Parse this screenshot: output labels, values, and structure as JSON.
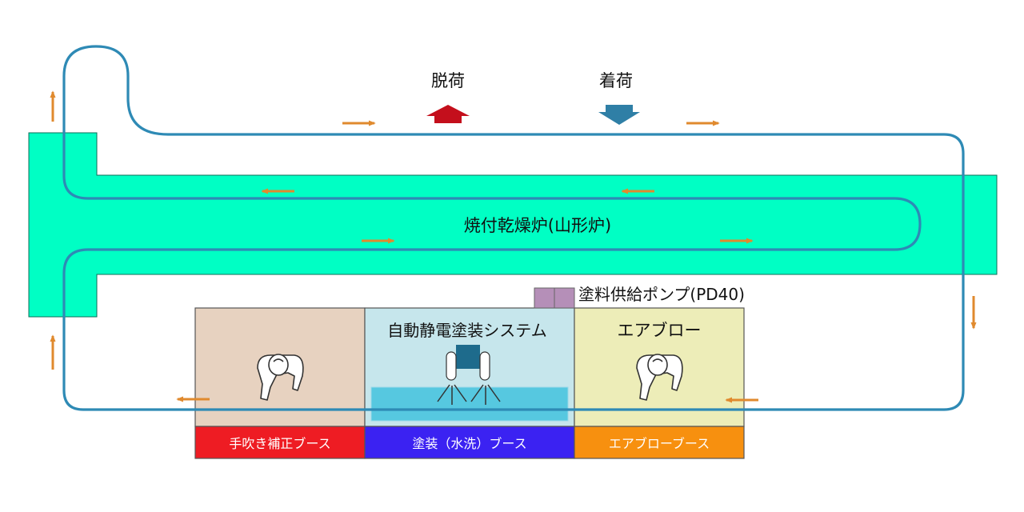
{
  "labels": {
    "unload": "脱荷",
    "load": "着荷",
    "oven": "焼付乾燥炉(山形炉)",
    "pump": "塗料供給ポンプ(PD40)",
    "robot_system": "自動静電塗装システム",
    "air_blow": "エアブロー"
  },
  "booths": {
    "manual_touchup": "手吹き補正ブース",
    "painting_water_wash": "塗装（水洗）ブース",
    "air_blow_booth": "エアブローブース"
  },
  "colors": {
    "oven_fill": "#00FFC4",
    "oven_stroke": "#0E6E58",
    "conveyor": "#2E8AB5",
    "arrow": "#E08A2E",
    "unload_marker": "#C40F1C",
    "load_marker": "#2F7FA6",
    "booth_manual": "#E7D2C0",
    "booth_paint": "#C6E6EC",
    "booth_air": "#EDEDB8",
    "label_manual": "#EE1C23",
    "label_paint": "#3B22F2",
    "label_air": "#F7900F",
    "pump": "#B58FB8"
  }
}
